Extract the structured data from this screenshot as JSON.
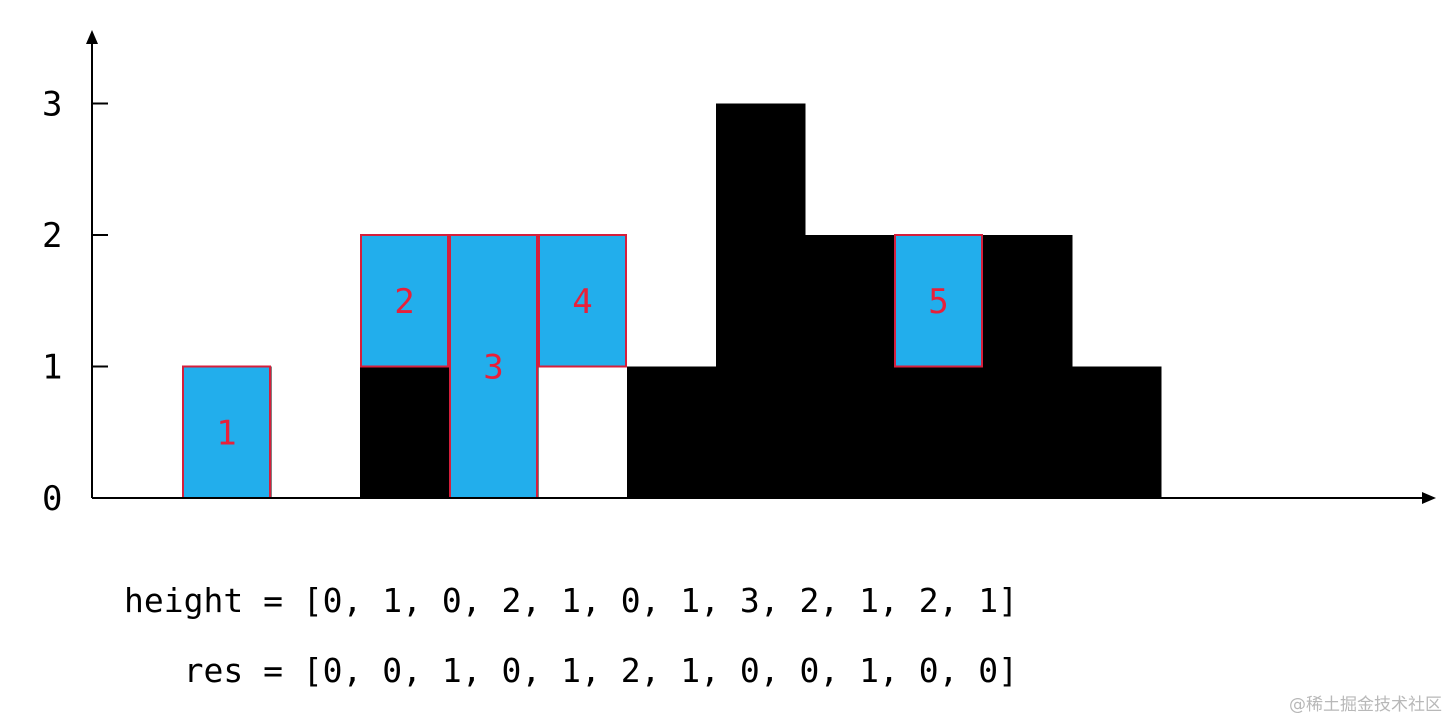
{
  "y_ticks": [
    "0",
    "1",
    "2",
    "3"
  ],
  "heights": [
    0,
    1,
    0,
    2,
    1,
    0,
    1,
    3,
    2,
    1,
    2,
    1
  ],
  "water_cells": [
    {
      "col": 1,
      "level": 0,
      "label": "1"
    },
    {
      "col": 3,
      "level": 1,
      "label": "2"
    },
    {
      "col": 4,
      "level": 0,
      "label": "3",
      "span": 2
    },
    {
      "col": 5,
      "level": 1,
      "label": "4"
    },
    {
      "col": 9,
      "level": 1,
      "label": "5"
    }
  ],
  "height_line": "height = [0, 1, 0, 2, 1, 0, 1, 3, 2, 1, 2, 1]",
  "res_line": "   res = [0, 0, 1, 0, 1, 2, 1, 0, 0, 1, 0, 0]",
  "watermark": "@稀土掘金技术社区",
  "colors": {
    "bar": "#000000",
    "water": "#22aeec",
    "water_border": "#d61f3c",
    "label": "#e8203a"
  }
}
